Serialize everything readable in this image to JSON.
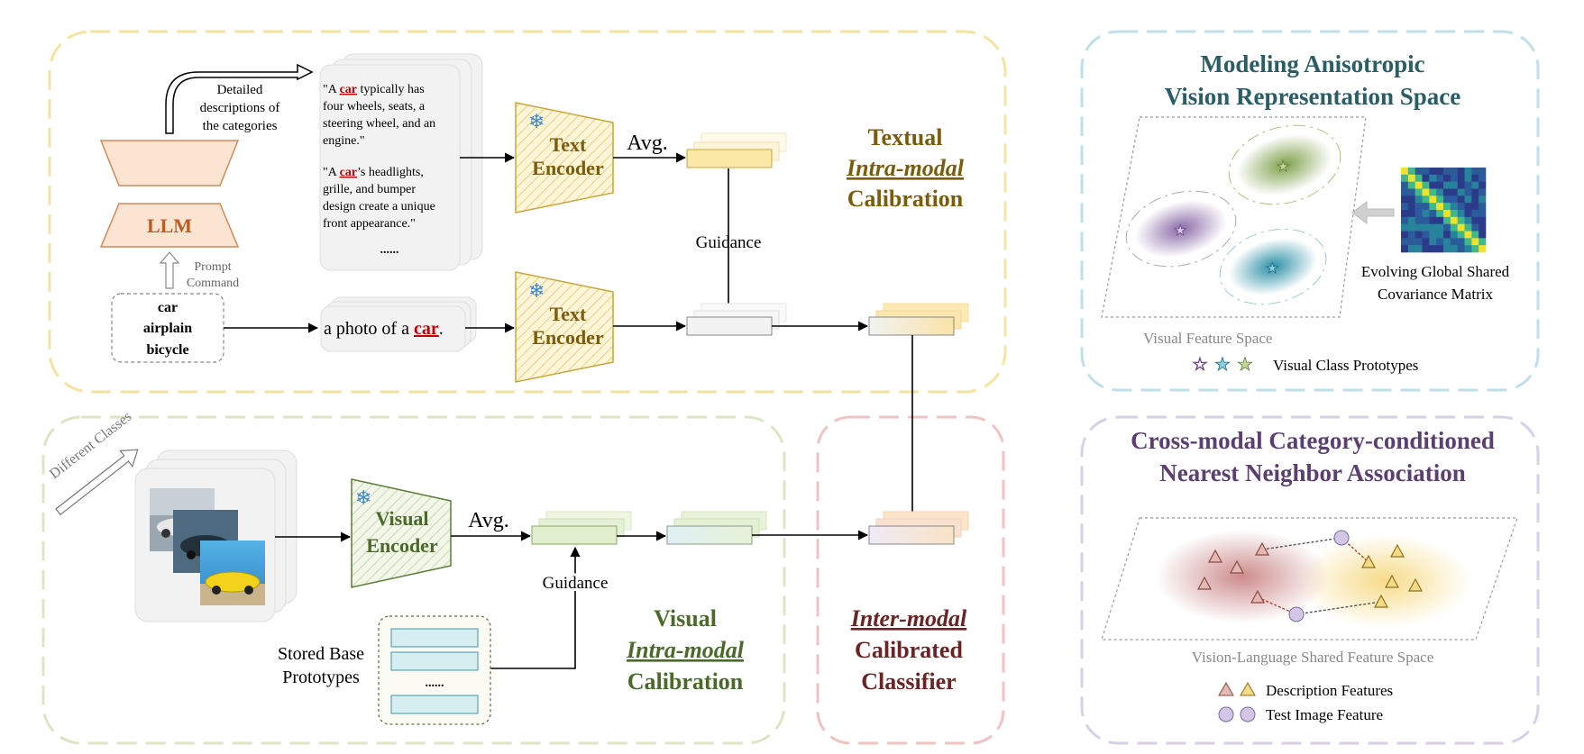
{
  "textual": {
    "title_l1": "Textual",
    "title_l2": "Intra-modal",
    "title_l3": "Calibration",
    "llm": "LLM",
    "detail_l1": "Detailed",
    "detail_l2": "descriptions of",
    "detail_l3": "the categories",
    "prompt_l1": "Prompt",
    "prompt_l2": "Command",
    "classes": [
      "car",
      "airplain",
      "bicycle"
    ],
    "desc1_l1_pre": "\"A ",
    "desc1_word": "car",
    "desc1_l1_post": " typically has",
    "desc1_l2": "four wheels, seats, a",
    "desc1_l3": "steering wheel, and an",
    "desc1_l4": "engine.\"",
    "desc2_l1_pre": "\"A ",
    "desc2_word": "car",
    "desc2_l1_post": "’s headlights,",
    "desc2_l2": "grille, and bumper",
    "desc2_l3": "design create a unique",
    "desc2_l4": "front appearance.\"",
    "desc_ellipsis": "......",
    "photo_pre": "a photo of a ",
    "photo_word": "car",
    "photo_post": ".",
    "encoder1_l1": "Text",
    "encoder1_l2": "Encoder",
    "encoder2_l1": "Text",
    "encoder2_l2": "Encoder",
    "avg": "Avg.",
    "guidance": "Guidance"
  },
  "visual": {
    "title_l1": "Visual",
    "title_l2": "Intra-modal",
    "title_l3": "Calibration",
    "different_classes": "Different Classes",
    "encoder_l1": "Visual",
    "encoder_l2": "Encoder",
    "avg": "Avg.",
    "guidance": "Guidance",
    "stored_l1": "Stored Base",
    "stored_l2": "Prototypes",
    "stored_ellipsis": "......"
  },
  "inter": {
    "title_l1": "Inter-modal",
    "title_l2": "Calibrated",
    "title_l3": "Classifier"
  },
  "anisotropic": {
    "title_l1": "Modeling Anisotropic",
    "title_l2": "Vision Representation Space",
    "space_label": "Visual Feature Space",
    "cov_l1": "Evolving Global Shared",
    "cov_l2": "Covariance Matrix",
    "legend": "Visual Class Prototypes"
  },
  "crossmodal": {
    "title_l1": "Cross-modal Category-conditioned",
    "title_l2": "Nearest Neighbor Association",
    "space_label": "Vision-Language Shared Feature Space",
    "legend_desc": "Description Features",
    "legend_test": "Test Image Feature"
  },
  "colors": {
    "text_title": "#7a5c0a",
    "visual_title": "#4a6a2a",
    "inter_title": "#6b2424",
    "aniso_title": "#2b5d66",
    "cross_title": "#5a3f70",
    "red_word": "#c00000"
  }
}
